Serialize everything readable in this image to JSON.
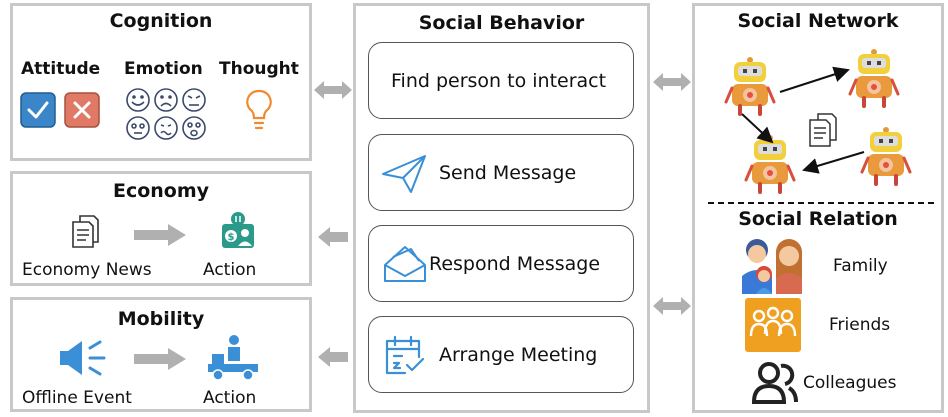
{
  "cognition": {
    "title": "Cognition",
    "attitude": "Attitude",
    "emotion": "Emotion",
    "thought": "Thought"
  },
  "economy": {
    "title": "Economy",
    "news": "Economy News",
    "action": "Action"
  },
  "mobility": {
    "title": "Mobility",
    "event": "Offline Event",
    "action": "Action"
  },
  "social_behavior": {
    "title": "Social Behavior",
    "find": "Find person to interact",
    "send": "Send Message",
    "respond": "Respond Message",
    "arrange": "Arrange Meeting"
  },
  "social_network": {
    "title": "Social Network"
  },
  "social_relation": {
    "title": "Social Relation",
    "family": "Family",
    "friends": "Friends",
    "colleagues": "Colleagues"
  },
  "colors": {
    "panel_border": "#c8c8c8",
    "arrow_gray": "#b0b0b0",
    "check_blue": "#3b86c8",
    "cross_red": "#e07a66",
    "icon_blue": "#3a8fd6",
    "friends_orange": "#f0a020",
    "bulb_orange": "#f08a30",
    "economy_teal": "#2a9a8a"
  }
}
